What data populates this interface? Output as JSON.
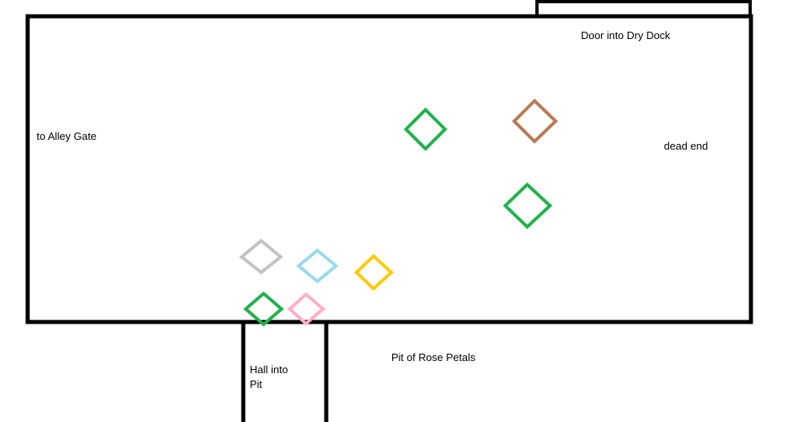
{
  "labels": {
    "door_dry_dock": "Door into Dry Dock",
    "alley_gate": "to Alley Gate",
    "dead_end": "dead end",
    "hall_into_pit_line1": "Hall into",
    "hall_into_pit_line2": "Pit",
    "pit_rose_petals": "Pit of Rose Petals"
  },
  "markers": [
    {
      "id": "green-diamond-1",
      "color": "#22b14c"
    },
    {
      "id": "brown-diamond",
      "color": "#b97a57"
    },
    {
      "id": "green-diamond-2",
      "color": "#22b14c"
    },
    {
      "id": "gray-diamond",
      "color": "#c3c3c3"
    },
    {
      "id": "lightblue-diamond",
      "color": "#99d9ea"
    },
    {
      "id": "yellow-diamond",
      "color": "#ffc90e"
    },
    {
      "id": "green-diamond-3",
      "color": "#22b14c"
    },
    {
      "id": "pink-diamond",
      "color": "#ffaec9"
    }
  ],
  "colors": {
    "walls": "#000000",
    "background": "#ffffff"
  }
}
